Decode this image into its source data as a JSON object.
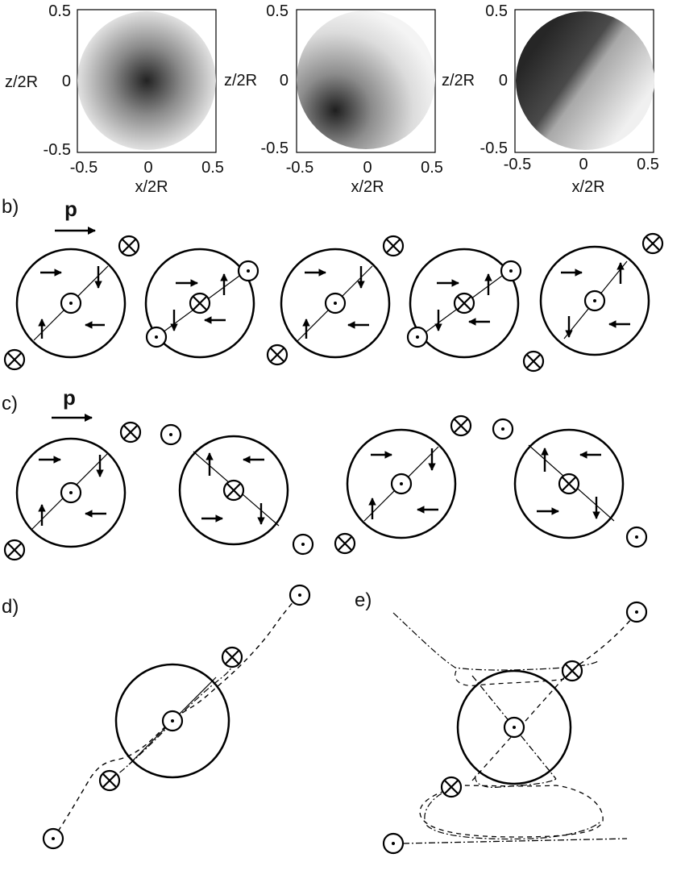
{
  "panels": [
    {
      "id": "a",
      "label": "",
      "maps": [
        {
          "shading": "dark-center",
          "xlabel": "x/2R",
          "ylabel": "z/2R",
          "xticks": [
            "-0.5",
            "0",
            "0.5"
          ],
          "yticks": [
            "0.5",
            "0",
            "-0.5"
          ]
        },
        {
          "shading": "dark-lower-left",
          "xlabel": "x/2R",
          "ylabel": "z/2R",
          "xticks": [
            "-0.5",
            "0",
            "0.5"
          ],
          "yticks": [
            "0.5",
            "0",
            "-0.5"
          ]
        },
        {
          "shading": "diagonal-split",
          "xlabel": "x/2R",
          "ylabel": "z/2R",
          "xticks": [
            "-0.5",
            "0",
            "0.5"
          ],
          "yticks": [
            "0.5",
            "0",
            "-0.5"
          ]
        }
      ]
    },
    {
      "id": "b",
      "label": "b)",
      "momentum_label": "p"
    },
    {
      "id": "c",
      "label": "c)",
      "momentum_label": "p"
    },
    {
      "id": "d",
      "label": "d)"
    },
    {
      "id": "e",
      "label": "e)"
    }
  ],
  "colors": {
    "stroke": "#000000",
    "dark": "#1e1e1e",
    "light": "#f0f0f0",
    "background": "#ffffff"
  }
}
